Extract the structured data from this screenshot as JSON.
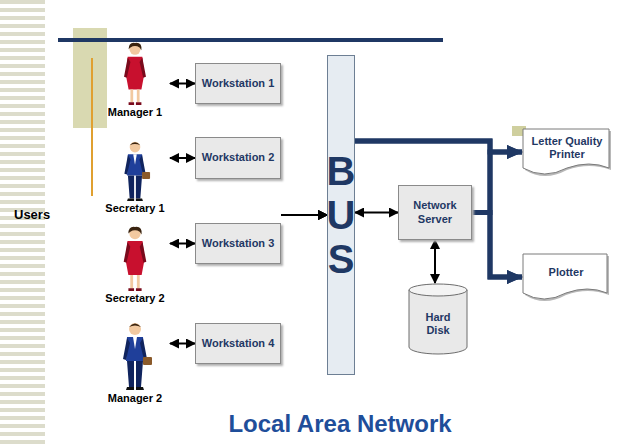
{
  "diagram": {
    "title": "Local Area Network",
    "nodes": [
      {
        "text": [
          "Manager 1"
        ]
      },
      {
        "text": [
          "Workstation 1"
        ]
      },
      {
        "text": [
          "Secretary 1"
        ]
      },
      {
        "text": [
          "Workstation 2"
        ]
      },
      {
        "text": [
          "Secretary 2"
        ]
      },
      {
        "text": [
          "Workstation 3"
        ]
      },
      {
        "text": [
          "Manager 2"
        ]
      },
      {
        "text": [
          "Workstation 4"
        ]
      },
      {
        "text": [
          "BUS"
        ]
      },
      {
        "text": [
          "Network Server"
        ]
      },
      {
        "text": [
          "Hard Disk"
        ]
      },
      {
        "text": [
          "Letter Quality Printer"
        ]
      },
      {
        "text": [
          "Plotter"
        ]
      }
    ],
    "edges": [
      {
        "from": 0,
        "to": 1,
        "arrow": "both"
      },
      {
        "from": 2,
        "to": 3,
        "arrow": "both"
      },
      {
        "from": 4,
        "to": 5,
        "arrow": "both"
      },
      {
        "from": 6,
        "to": 7,
        "arrow": "both"
      },
      {
        "from": 1,
        "to": 8,
        "arrow": "to"
      },
      {
        "from": 3,
        "to": 8,
        "arrow": "to"
      },
      {
        "from": 5,
        "to": 8,
        "arrow": "to"
      },
      {
        "from": 7,
        "to": 8,
        "arrow": "to"
      },
      {
        "from": 8,
        "to": 9,
        "arrow": "both"
      },
      {
        "from": 9,
        "to": 10,
        "arrow": "both"
      },
      {
        "from": 8,
        "to": 11,
        "arrow": "to"
      },
      {
        "from": 8,
        "to": 12,
        "arrow": "to"
      },
      {
        "from": 9,
        "to": 11,
        "arrow": "to"
      },
      {
        "from": 9,
        "to": 12,
        "arrow": "to"
      }
    ],
    "labels": [
      "Users"
    ]
  }
}
